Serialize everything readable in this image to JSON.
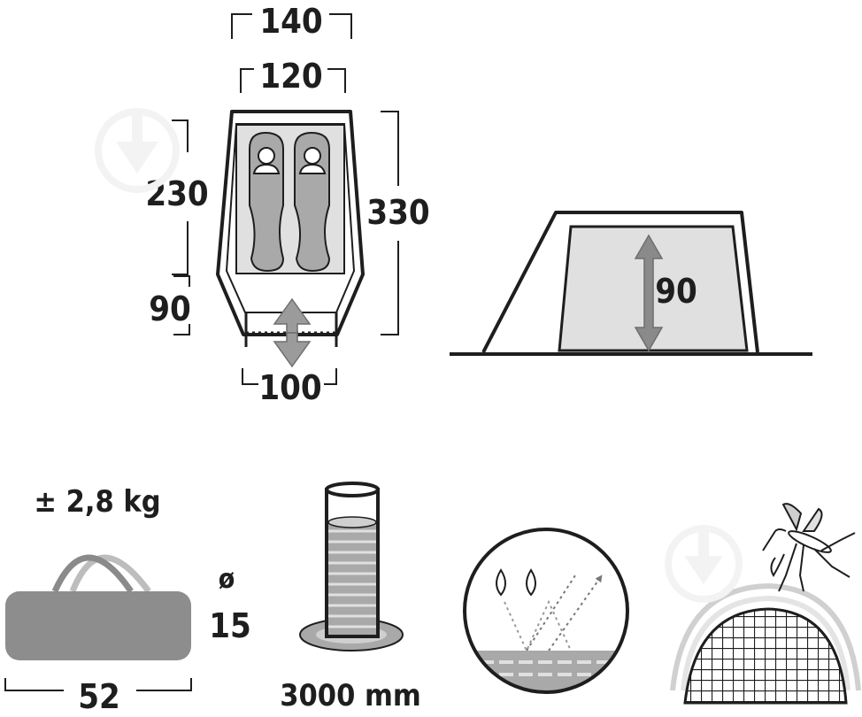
{
  "colors": {
    "stroke": "#1e1e1e",
    "fill_light": "#e0e0e0",
    "fill_mid": "#a9a9a9",
    "bag": "#8d8d8d",
    "background": "#ffffff"
  },
  "floor_plan": {
    "outer_width": "140",
    "inner_width": "120",
    "inner_length": "230",
    "vestibule_length": "90",
    "total_length": "330",
    "entrance_width": "100"
  },
  "side_view": {
    "height": "90"
  },
  "pack": {
    "weight": "± 2,8 kg",
    "diameter_symbol": "ø",
    "diameter": "15",
    "length": "52"
  },
  "water_column": {
    "value": "3000 mm"
  },
  "icons": {
    "weight_pack": "packed-bag-icon",
    "water_column": "water-column-icon",
    "breathable": "breathable-fabric-icon",
    "mosquito_net": "mosquito-net-icon"
  }
}
